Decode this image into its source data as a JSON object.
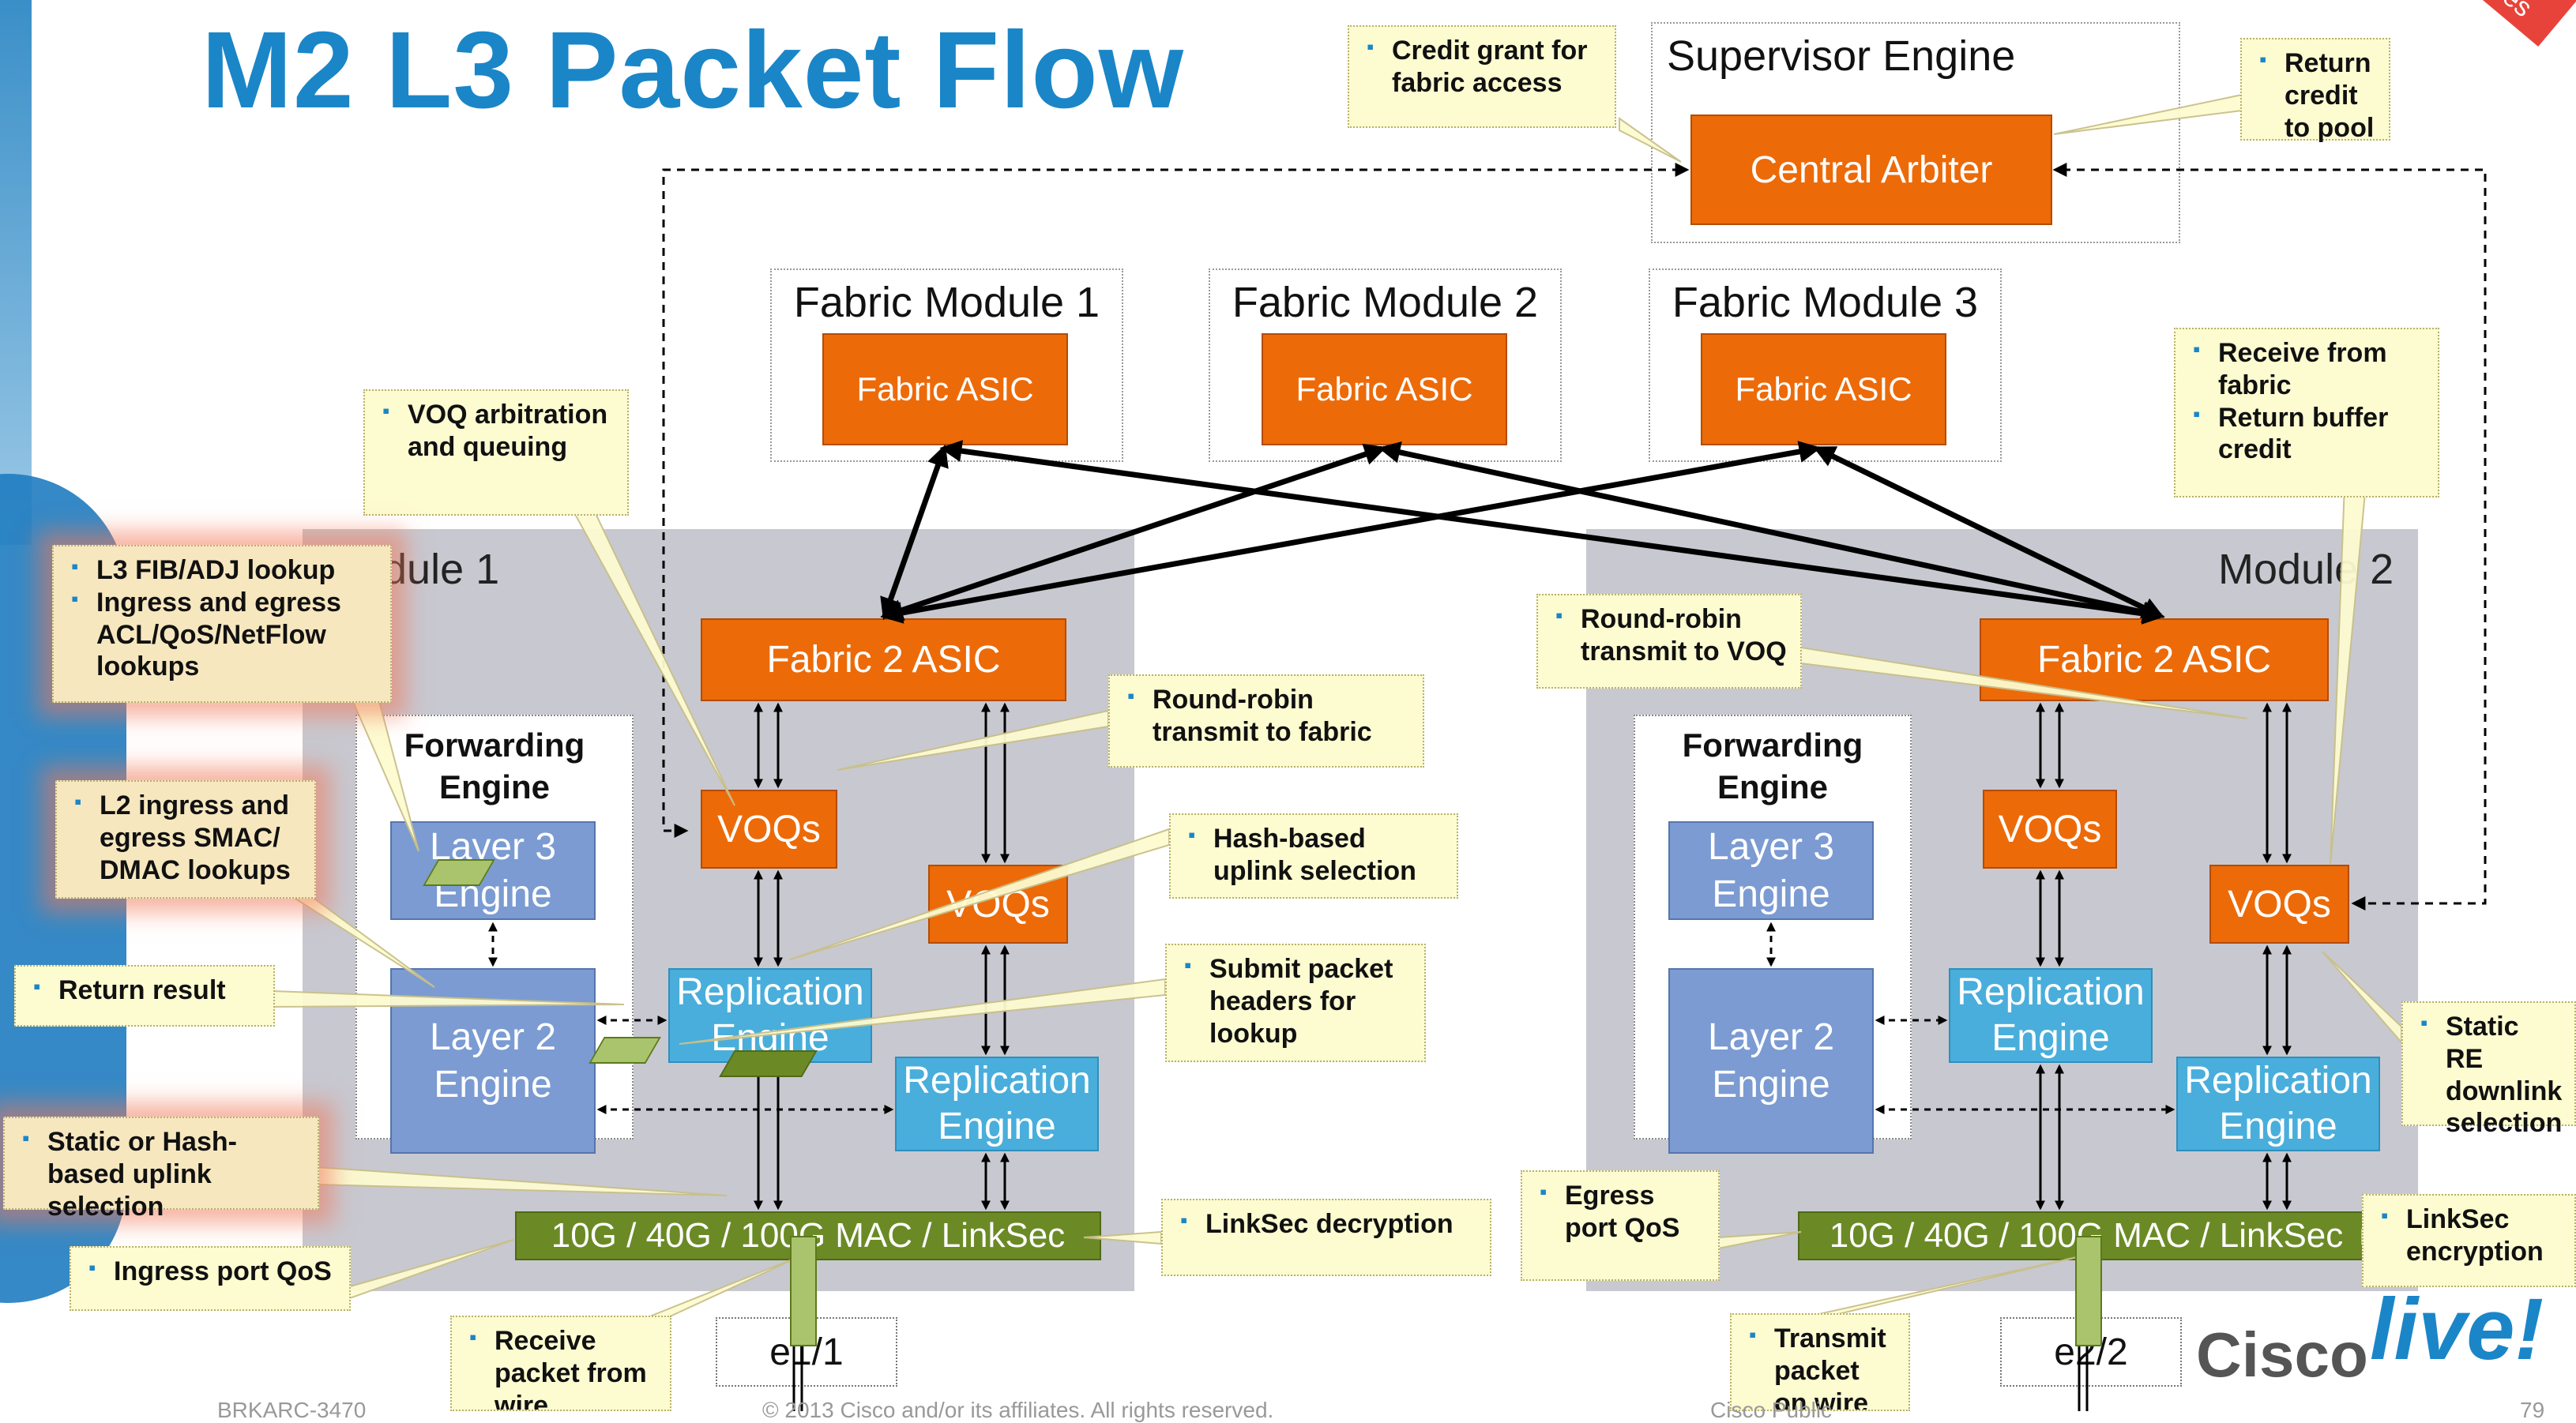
{
  "title": "M2 L3 Packet Flow",
  "corner_badge": "eries",
  "supervisor": {
    "label": "Supervisor Engine",
    "arbiter": "Central Arbiter"
  },
  "fabric_modules": [
    {
      "label": "Fabric Module 1",
      "asic": "Fabric ASIC"
    },
    {
      "label": "Fabric Module 2",
      "asic": "Fabric ASIC"
    },
    {
      "label": "Fabric Module 3",
      "asic": "Fabric ASIC"
    }
  ],
  "module1": {
    "label": "Module 1",
    "fabric2": "Fabric 2 ASIC",
    "voq_left": "VOQs",
    "voq_right": "VOQs",
    "fe_title": "Forwarding Engine",
    "l3": "Layer 3 Engine",
    "l2": "Layer 2 Engine",
    "rep_left": "Replication Engine",
    "rep_right": "Replication Engine",
    "mac": "10G / 40G / 100G MAC / LinkSec",
    "port": "e1/1"
  },
  "module2": {
    "label": "Module 2",
    "fabric2": "Fabric 2 ASIC",
    "voq_left": "VOQs",
    "voq_right": "VOQs",
    "fe_title": "Forwarding Engine",
    "l3": "Layer 3 Engine",
    "l2": "Layer 2 Engine",
    "rep_left": "Replication Engine",
    "rep_right": "Replication Engine",
    "mac": "10G / 40G / 100G MAC / LinkSec",
    "port": "e2/2"
  },
  "callouts": {
    "credit_grant": [
      "Credit grant for fabric access"
    ],
    "return_credit": [
      "Return credit to pool"
    ],
    "voq_arbitration": [
      "VOQ arbitration and queuing"
    ],
    "receive_fabric": [
      "Receive from fabric",
      "Return buffer credit"
    ],
    "l3_lookup": [
      "L3 FIB/ADJ lookup",
      "Ingress and egress ACL/QoS/NetFlow lookups"
    ],
    "l2_lookup": [
      "L2 ingress and egress SMAC/ DMAC lookups"
    ],
    "return_result": [
      "Return result"
    ],
    "static_hash": [
      "Static or Hash-based uplink selection"
    ],
    "ingress_qos": [
      "Ingress port QoS"
    ],
    "receive_packet": [
      "Receive packet from wire"
    ],
    "rr_fabric": [
      "Round-robin transmit to fabric"
    ],
    "hash_uplink": [
      "Hash-based uplink selection"
    ],
    "submit_headers": [
      "Submit packet headers for lookup"
    ],
    "linksec_decrypt": [
      "LinkSec decryption"
    ],
    "rr_voq": [
      "Round-robin transmit to VOQ"
    ],
    "egress_qos": [
      "Egress port QoS"
    ],
    "transmit_packet": [
      "Transmit packet on wire"
    ],
    "static_re": [
      "Static RE downlink selection"
    ],
    "linksec_encrypt": [
      "LinkSec encryption"
    ]
  },
  "footer": {
    "left": "BRKARC-3470",
    "center": "© 2013 Cisco and/or its affiliates. All rights reserved.",
    "right_text": "Cisco Public",
    "page": "79"
  },
  "logo": {
    "cisco": "Cisco",
    "live": "live!"
  }
}
